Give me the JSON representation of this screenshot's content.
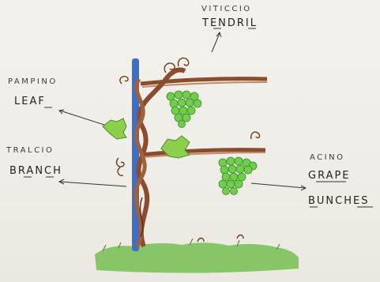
{
  "labels": {
    "tendril": {
      "italian": "VITICCIO",
      "english": "TENDRIL"
    },
    "leaf": {
      "italian": "PAMPINO",
      "english": "LEAF"
    },
    "branch": {
      "italian": "TRALCIO",
      "english": "BRANCH"
    },
    "grape": {
      "italian": "ACINO",
      "english": "GRAPE",
      "english2": "BUNCHES"
    }
  },
  "colors": {
    "pole": "#3d6fc4",
    "vine": "#8a4b2f",
    "leaf": "#8ccf4a",
    "grape": "#6fcf4a",
    "grass": "#7cc25a"
  }
}
